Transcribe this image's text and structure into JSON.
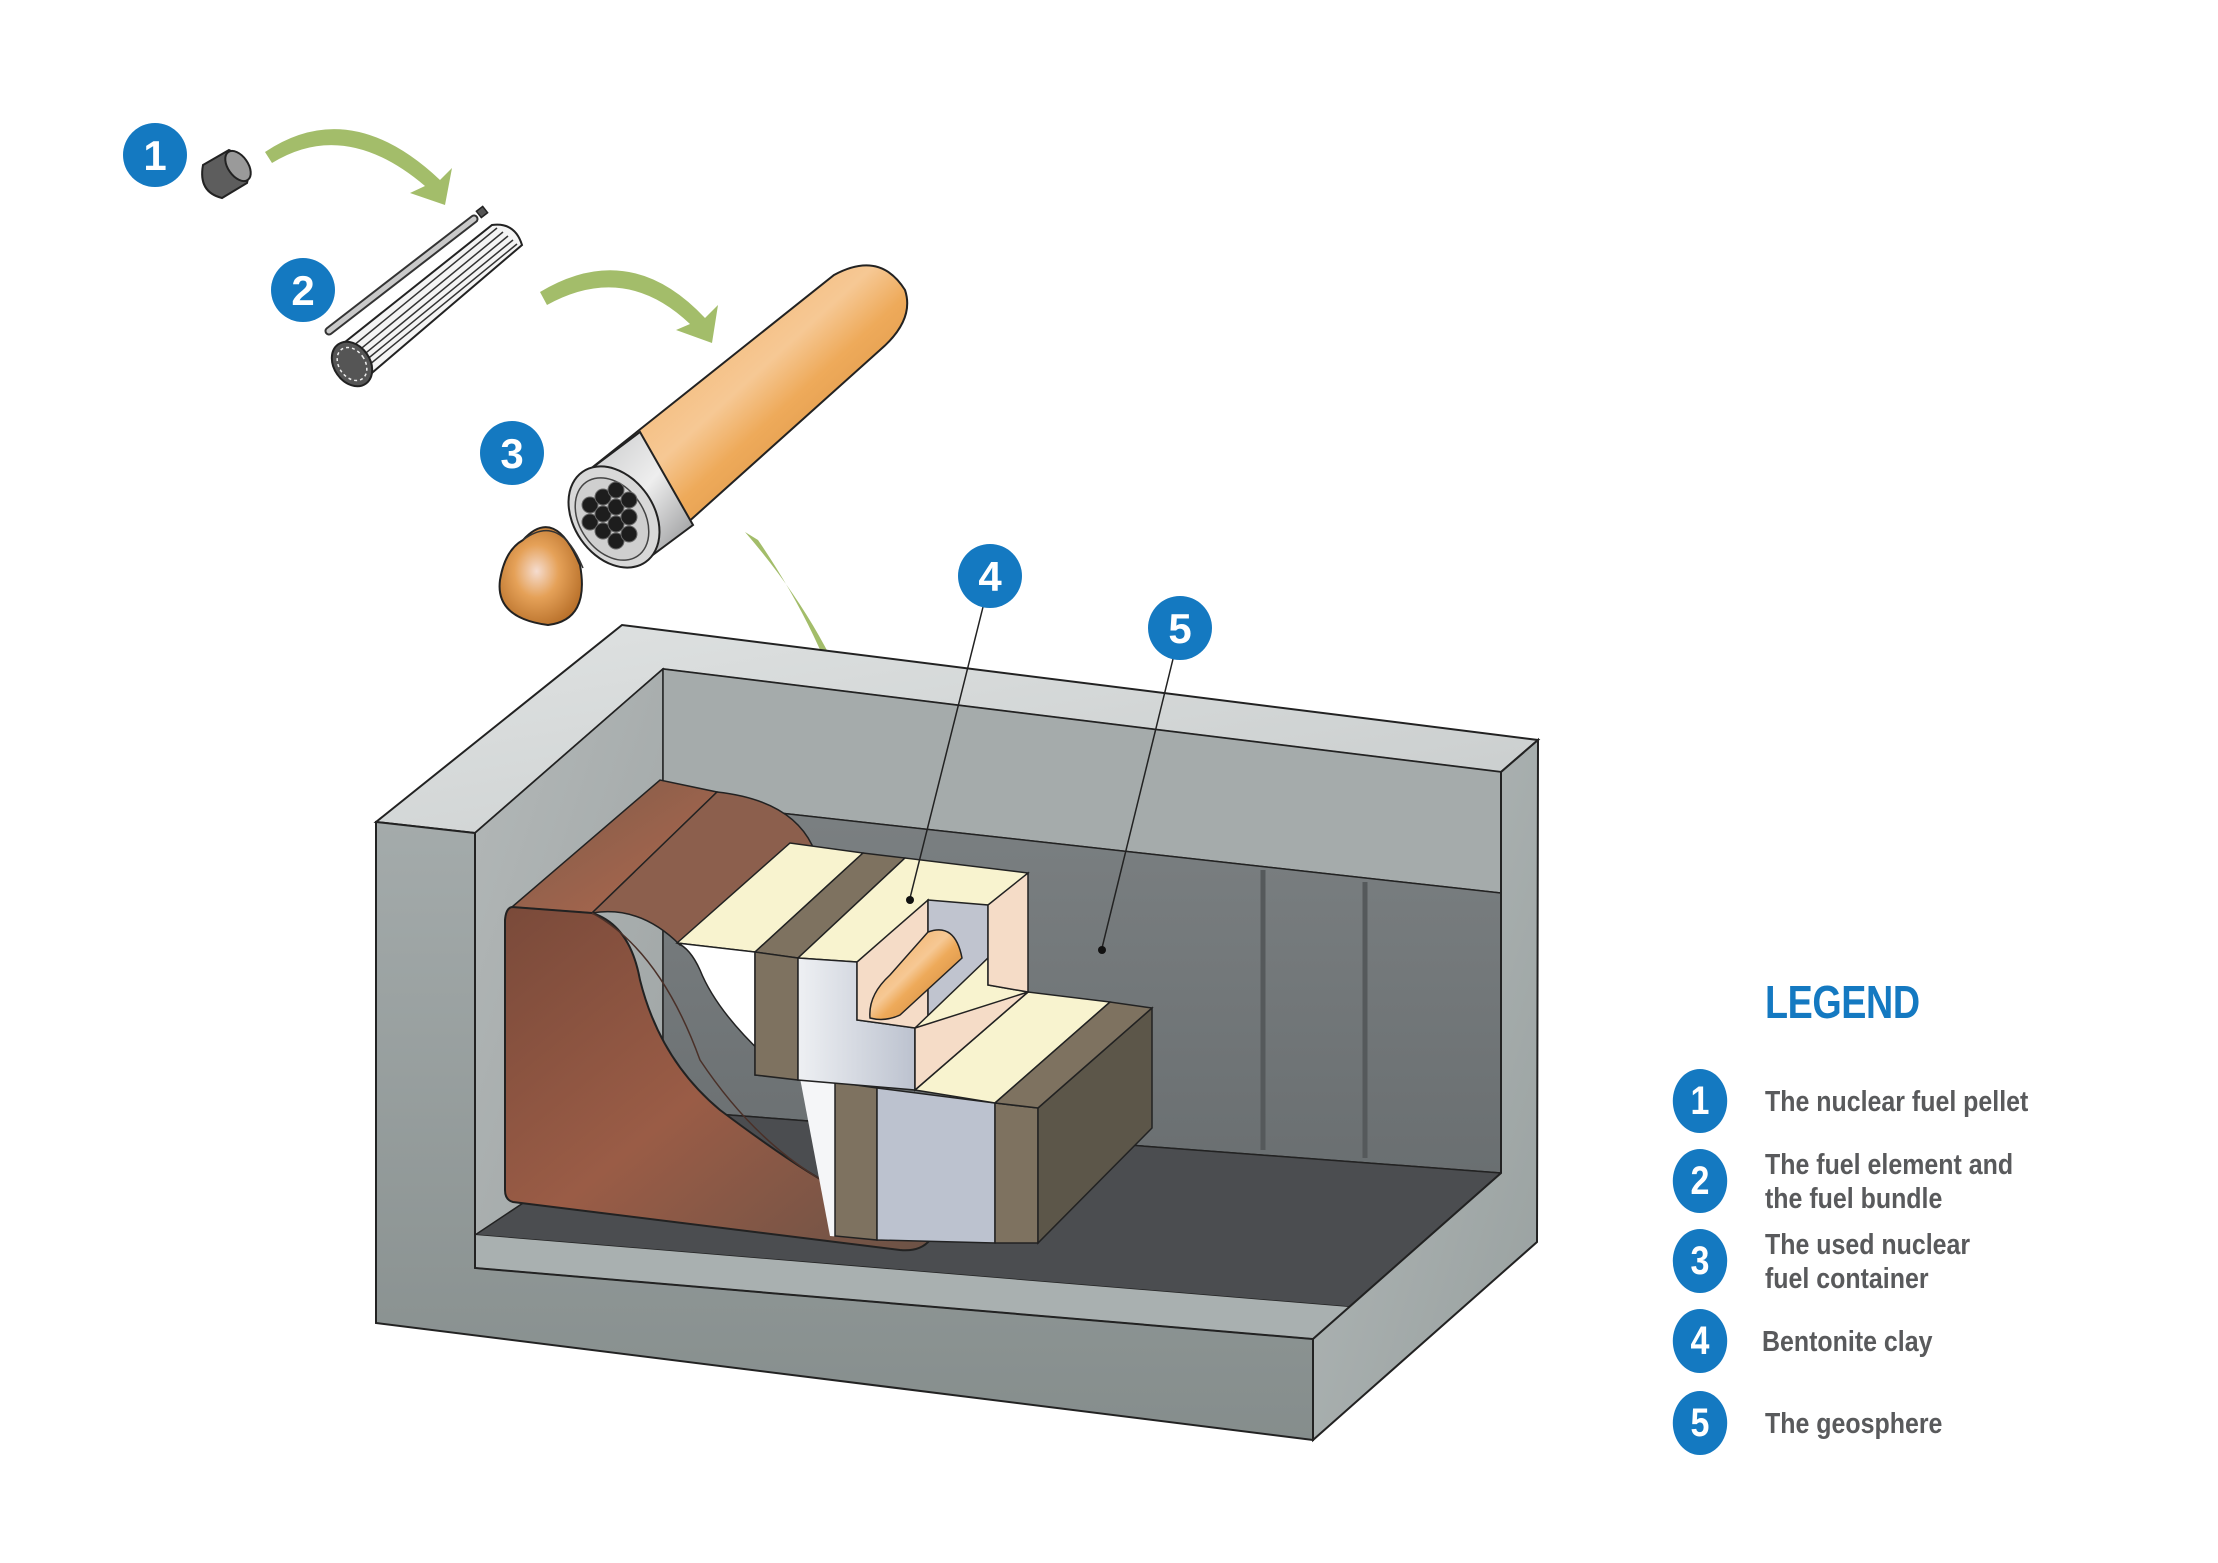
{
  "diagram": {
    "description": "Used nuclear fuel deep geological repository multiple-barrier system",
    "colors": {
      "badge": "#1479c1",
      "arrow": "#a3bd6a",
      "legend_title": "#1479c1",
      "legend_text": "#595a5c",
      "concrete_light": "#c9cdcd",
      "concrete_dark": "#8e9596",
      "recess": "#6f7476",
      "floor": "#4b4d50",
      "geosphere_rock": "#8a5644",
      "bentonite_cream": "#f8f3cf",
      "bentonite_dark": "#7e7260",
      "copper": "#d68a36"
    },
    "callouts": [
      {
        "number": "1",
        "target": "nuclear fuel pellet"
      },
      {
        "number": "2",
        "target": "fuel element and fuel bundle"
      },
      {
        "number": "3",
        "target": "used nuclear fuel container"
      },
      {
        "number": "4",
        "target": "bentonite clay"
      },
      {
        "number": "5",
        "target": "geosphere"
      }
    ]
  },
  "legend": {
    "title": "LEGEND",
    "items": [
      {
        "number": "1",
        "label": "The nuclear fuel pellet"
      },
      {
        "number": "2",
        "label": "The fuel element and\nthe fuel bundle"
      },
      {
        "number": "3",
        "label": "The used nuclear\nfuel container"
      },
      {
        "number": "4",
        "label": "Bentonite clay"
      },
      {
        "number": "5",
        "label": "The geosphere"
      }
    ]
  }
}
